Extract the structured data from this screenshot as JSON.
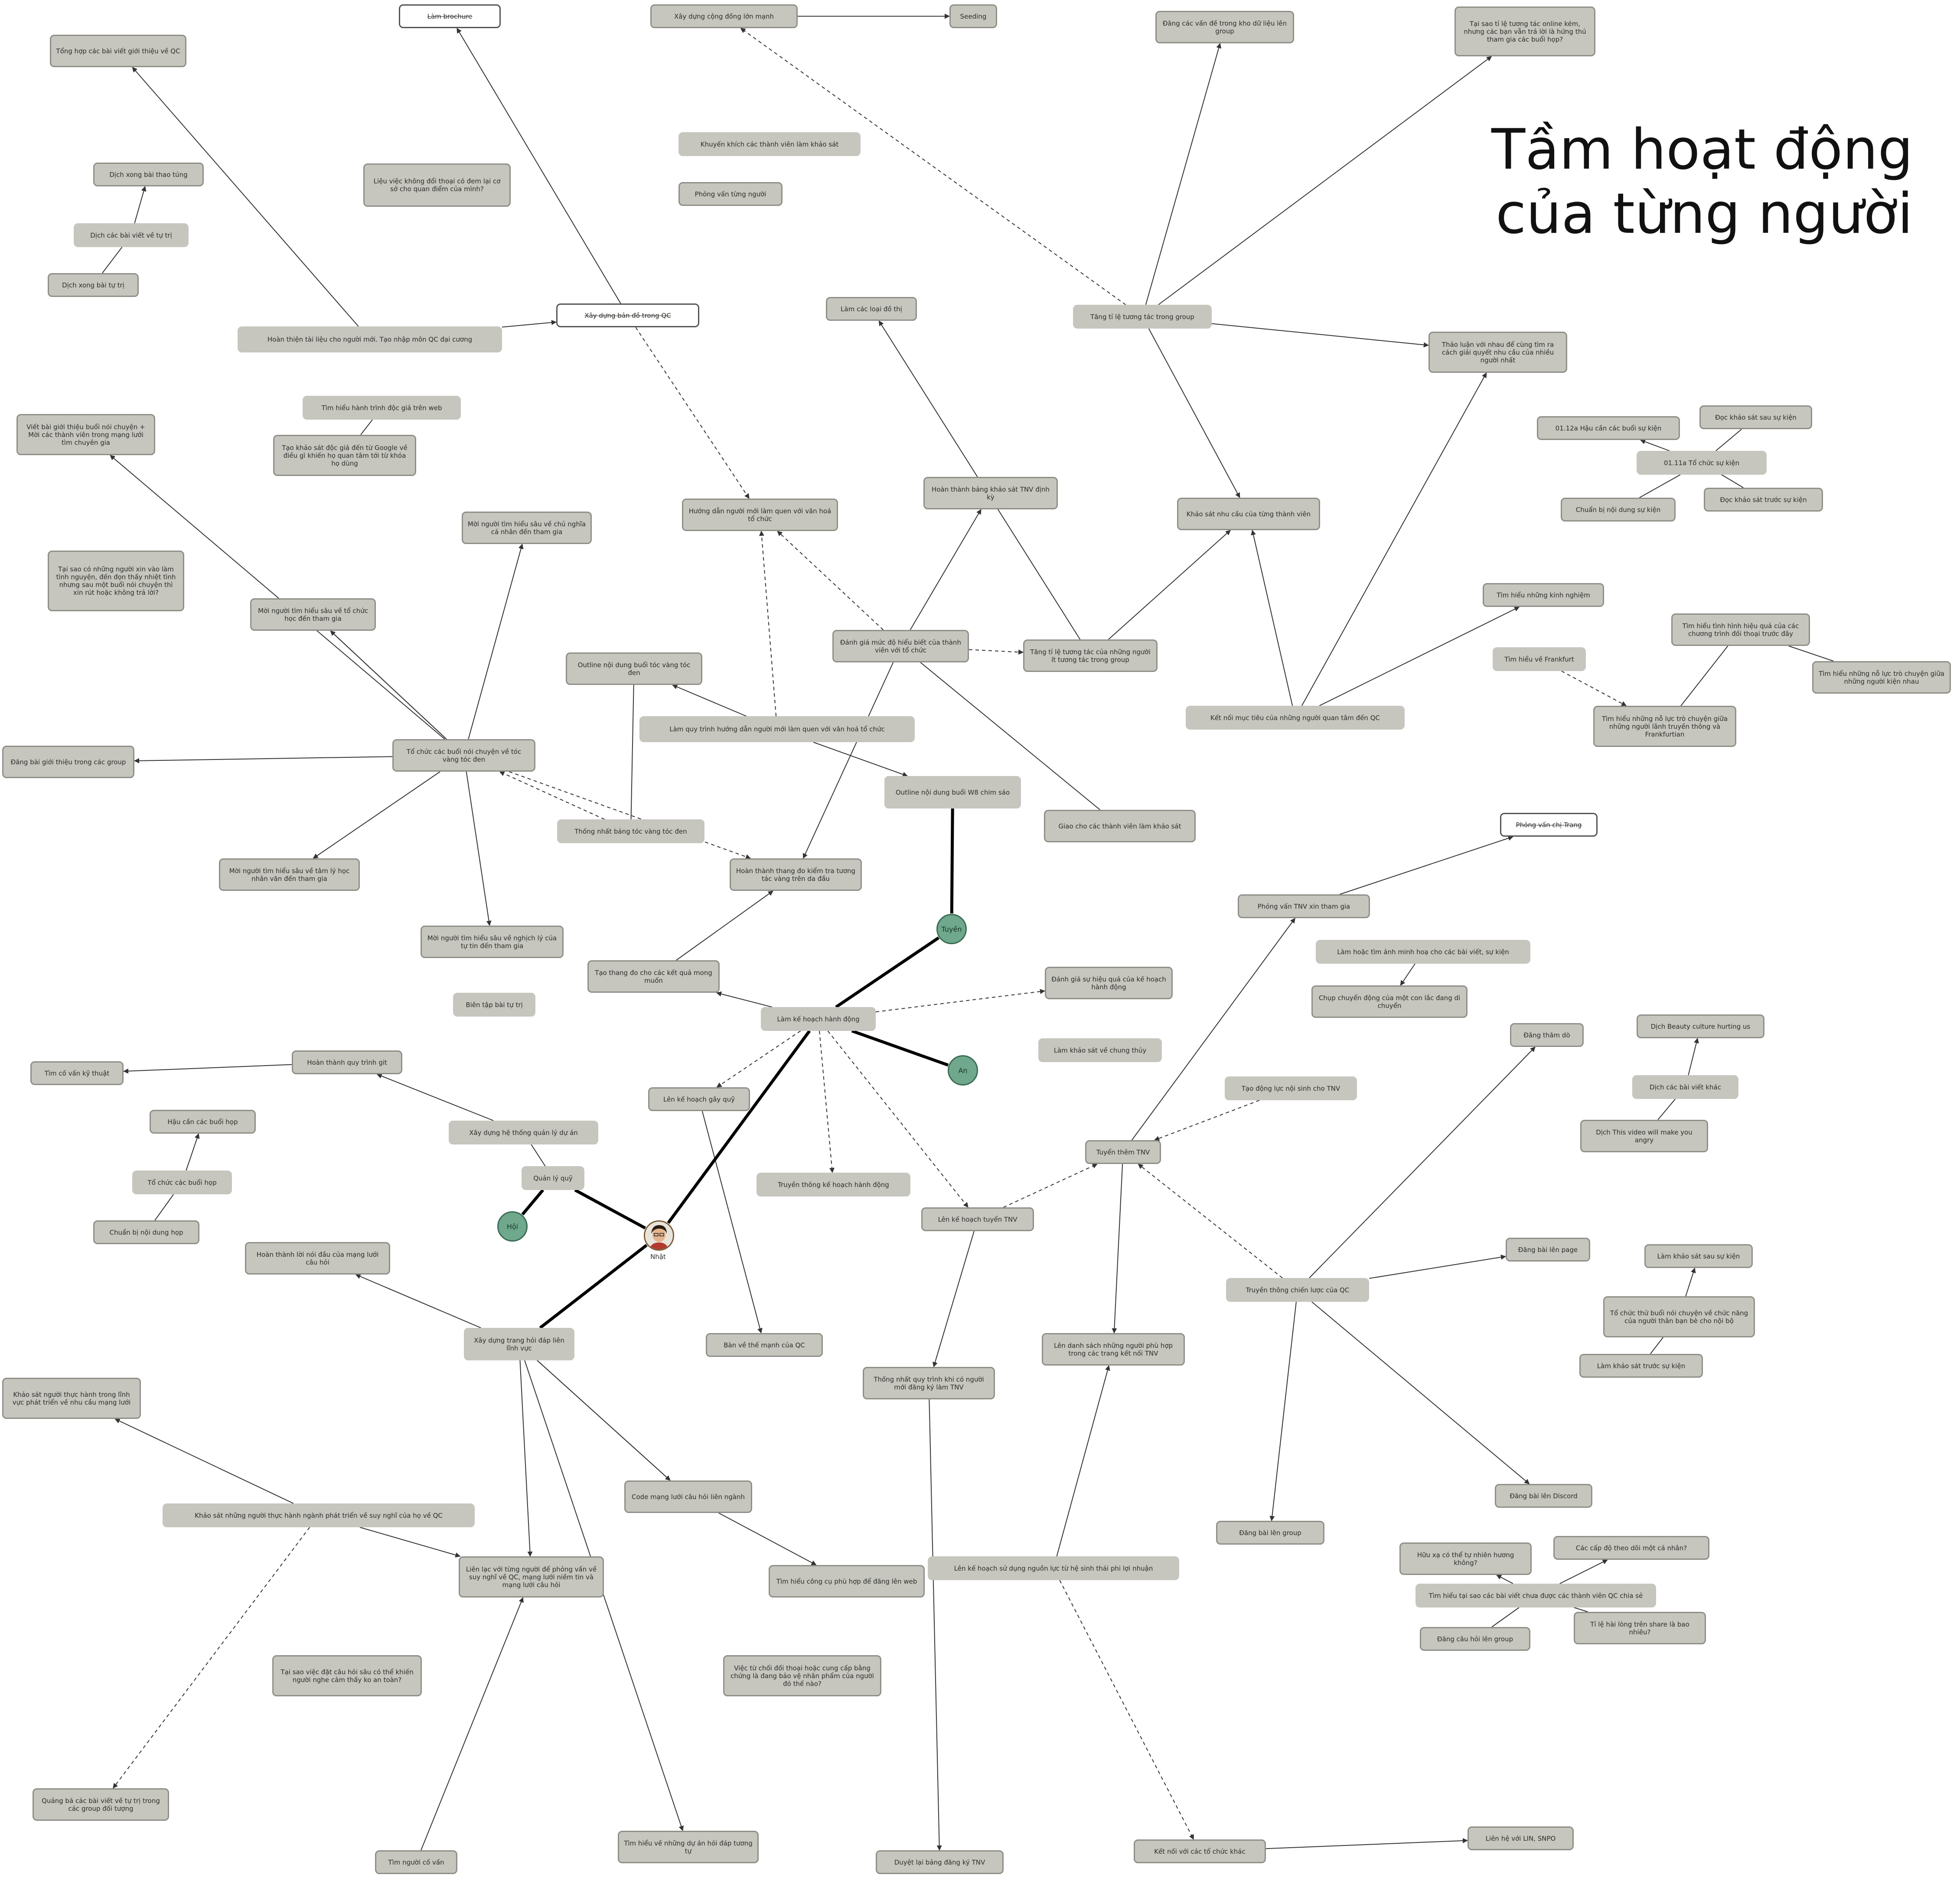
{
  "title_line_1": "Tầm hoạt động",
  "title_line_2": "của từng người",
  "people": {
    "center": "Nhật",
    "tuyen": "Tuyền",
    "an": "An",
    "hoi": "Hội"
  },
  "nodes": {
    "tong_hop": "Tổng hợp các bài viết giới thiệu về QC",
    "lam_brochure": "Làm brochure",
    "xay_dung_cong_dong": "Xây dựng cộng đồng lớn mạnh",
    "seeding": "Seeding",
    "dang_van_de": "Đăng các vấn đề trong kho dữ liệu lên group",
    "tai_sao_tuong_tac": "Tại sao tỉ lệ tương tác online kém, nhưng các bạn vẫn trả lời là hứng thú tham gia các buổi họp?",
    "dich_xong_thao_tung": "Dịch xong bài thao túng",
    "dich_bai_tu_tri": "Dịch các bài viết về tự trị",
    "dich_xong_tu_tri": "Dịch xong bài tự trị",
    "lieu_viec": "Liệu việc không đổi thoại có đem lại cơ sở cho quan điểm của mình?",
    "khuyen_khich": "Khuyến khích các thành viên làm khảo sát",
    "phong_van_tung_nguoi": "Phỏng vấn từng người",
    "hoan_thien_tai_lieu": "Hoàn thiện tài liệu cho người mới. Tạo nhập môn QC đại cương",
    "xay_dung_ban_do": "Xây dựng bản đồ trong QC",
    "lam_cac_loai_do_thi": "Làm các loại đồ thị",
    "tang_ti_le_group": "Tăng tỉ lệ tương tác trong group",
    "thao_luan": "Thảo luận với nhau để cùng tìm ra cách giải quyết nhu cầu của nhiều người nhất",
    "tim_hieu_hanh_trinh": "Tìm hiểu hành trình độc giả trên web",
    "tao_khao_sat_doc_gia": "Tạo khảo sát độc giả đến từ Google về điều gì khiến họ quan tâm tới từ khóa họ dùng",
    "viet_bai_gioi_thieu": "Viết bài giới thiệu buổi nói chuyện + Mời các thành viên trong mạng lưới tìm chuyên gia",
    "hau_can_su_kien": "01.12a Hậu cần các buổi sự kiện",
    "doc_khao_sat_sau": "Đọc khảo sát sau sự kiện",
    "to_chuc_su_kien": "01.11a Tổ chức sự kiện",
    "chuan_bi_noi_dung_su_kien": "Chuẩn bị nội dung sự kiện",
    "doc_khao_sat_truoc": "Đọc khảo sát trước sự kiện",
    "hoan_thanh_khao_sat_tnv": "Hoàn thành bảng khảo sát TNV định kỳ",
    "moi_nguoi_chu_nghia": "Mời người tìm hiểu sâu về chủ nghĩa cá nhân đến tham gia",
    "huong_dan_nguoi_moi": "Hướng dẫn người mới làm quen với văn hoá tổ chức",
    "khao_sat_nhu_cau": "Khảo sát nhu cầu của từng thành viên",
    "tai_sao_nguoi_xin_vao": "Tại sao có những người xin vào làm tình nguyện, đến đọn thấy nhiệt tình nhưng sau một buổi nói chuyện thì xin rút hoặc không trả lời?",
    "moi_nguoi_to_chuc_hoc": "Mời người tìm hiểu sâu về tổ chức học đến tham gia",
    "tim_hieu_kinh_nghiem": "Tìm hiểu những kinh nghiệm",
    "danh_gia_muc_do": "Đánh giá mức độ hiểu biết của thành viên với tổ chức",
    "tang_ti_le_it_tuong_tac": "Tăng tỉ lệ tương tác của những người ít tương tác trong group",
    "tim_hieu_truyen_thong": "Tìm hiểu tình hình hiệu quả của các chương trình đối thoại trước đây",
    "tim_hieu_frankfurt": "Tìm hiểu về Frankfurt",
    "outline_toc_vang": "Outline nội dung buổi tóc vàng tóc đen",
    "tim_hieu_no_luc": "Tìm hiểu những nỗ lực trò chuyện giữa những người kiện nhau",
    "lam_quy_trinh": "Làm quy trình hướng dẫn người mới làm quen với văn hoá tổ chức",
    "ket_noi_muc_tieu": "Kết nối mục tiêu của những người quan tâm đến QC",
    "tim_hieu_frankfurtian": "Tìm hiểu những nỗ lực trò chuyện giữa những người lãnh truyền thông và Frankfurtian",
    "dang_bai_gioi_thieu": "Đăng bài giới thiệu trong các group",
    "to_chuc_noi_chuyen": "Tổ chức các buổi nói chuyện về tóc vàng tóc đen",
    "outline_w8": "Outline nội dung buổi W8 chim sáo",
    "giao_khao_sat": "Giao cho các thành viên làm khảo sát",
    "phong_van_chi_trang": "Phỏng vấn chị Trang",
    "thong_nhat_bang": "Thống nhất bảng tóc vàng tóc đen",
    "moi_nguoi_tam_ly": "Mời người tìm hiểu sâu về tâm lý học nhân văn đến tham gia",
    "hoan_thanh_thang_do": "Hoàn thành thang đo kiểm tra tương tác vàng trên da đầu",
    "phong_van_tnv": "Phỏng vấn TNV xin tham gia",
    "lam_hoac_tim_anh": "Làm hoặc tìm ảnh minh hoạ cho các bài viết, sự kiện",
    "moi_nguoi_nghich_ly": "Mời người tìm hiểu sâu về nghịch lý của tự tin đến tham gia",
    "chup_chuyen_dong": "Chụp chuyển động của một con lắc đang di chuyển",
    "tao_thang_do": "Tạo thang đo cho các kết quả mong muốn",
    "danh_gia_hieu_qua": "Đánh giá sự hiệu quả của kế hoạch hành động",
    "bien_tap": "Biên tập bài tự trị",
    "lam_ke_hoach": "Làm kế hoạch hành động",
    "dich_beauty": "Dịch Beauty culture hurting us",
    "dang_tham_do": "Đăng thăm dò",
    "lam_khao_sat_chung": "Làm khảo sát về chung thủy",
    "tim_co_van_ky_thuat": "Tìm cố vấn kỹ thuật",
    "hoan_thanh_quy_trinh_git": "Hoàn thành quy trình git",
    "dich_bai_khac": "Dịch các bài viết khác",
    "len_ke_hoach_gay_quy": "Lên kế hoạch gây quỹ",
    "tao_dong_luc": "Tạo động lực nội sinh cho TNV",
    "hau_can_buoi_hop": "Hậu cần các buổi họp",
    "xay_dung_he_thong": "Xây dựng hệ thống quản lý dự án",
    "dich_this_video": "Dịch This video will make you angry",
    "tuyen_them_tnv": "Tuyển thêm TNV",
    "quan_ly_quy": "Quản lý quỹ",
    "to_chuc_buoi_hop": "Tổ chức các buổi họp",
    "truyen_thong_ke_hoach": "Truyền thông kế hoạch hành động",
    "len_ke_hoach_tuyen": "Lên kế hoạch tuyển TNV",
    "chuan_bi_noi_dung_hop": "Chuẩn bị nội dung họp",
    "dang_bai_len_page": "Đăng bài lên page",
    "lam_khao_sat_sau": "Làm khảo sát sau sự kiện",
    "hoan_thanh_loi_noi_dau": "Hoàn thành lời nói đầu của mạng lưới câu hỏi",
    "truyen_thong_chien_luoc": "Truyền thông chiến lược của QC",
    "to_chuc_thu_buoi": "Tổ chức thử buổi nói chuyện về chức năng của người thân bạn bè cho nội bộ",
    "xay_dung_trang_hoi_dap": "Xây dựng trang hỏi đáp liên lĩnh vực",
    "ban_ve_the_manh": "Bàn về thế mạnh của QC",
    "len_danh_sach": "Lên danh sách những người phù hợp trong các trang kết nối TNV",
    "thong_nhat_quy_trinh": "Thống nhất quy trình khi có người mới đăng ký làm TNV",
    "lam_khao_sat_truoc": "Làm khảo sát trước sự kiện",
    "khao_sat_thuc_hanh": "Khảo sát người thực hành trong lĩnh vực phát triển về nhu cầu mạng lưới",
    "code_mang_luoi": "Code mạng lưới câu hỏi liên ngành",
    "dang_bai_discord": "Đăng bài lên Discord",
    "khao_sat_nganh": "Khảo sát những người thực hành ngành phát triển về suy nghĩ của họ về QC",
    "dang_bai_group": "Đăng bài lên group",
    "huu_xa": "Hữu xạ có thể tự nhiên hương không?",
    "cac_cap_do": "Các cấp độ theo dõi một cá nhân?",
    "lien_lac": "Liên lạc với từng người để phỏng vấn về suy nghĩ về QC, mạng lưới niềm tin và mạng lưới câu hỏi",
    "tim_hieu_cong_cu": "Tìm hiểu công cụ phù hợp để đăng lên web",
    "len_ke_hoach_nguon_luc": "Lên kế hoạch sử dụng nguồn lực từ hệ sinh thái phi lợi nhuận",
    "tim_hieu_tai_sao_bai": "Tìm hiểu tại sao các bài viết chưa được các thành viên QC chia sẻ",
    "dang_cau_hoi": "Đăng câu hỏi lên group",
    "ti_le_hai_long": "Tỉ lệ hài lòng trên share là bao nhiêu?",
    "tai_sao_dat_cau_hoi": "Tại sao việc đặt câu hỏi sâu có thể khiến người nghe cảm thấy ko an toàn?",
    "viec_tu_choi": "Việc từ chối đối thoại hoặc cung cấp bằng chứng là đang bảo vệ nhân phẩm của người đó thế nào?",
    "quang_ba": "Quảng bá các bài viết về tự trị trong các group đối tượng",
    "tim_hieu_du_an": "Tìm hiểu về những dự án hỏi đáp tương tự",
    "tim_nguoi_co_van": "Tìm người cố vấn",
    "duyet_lai": "Duyệt lại bảng đăng ký TNV",
    "ket_noi_to_chuc": "Kết nối với các tổ chức khác",
    "lien_he_lin": "Liên hệ với LIN, SNPO"
  }
}
